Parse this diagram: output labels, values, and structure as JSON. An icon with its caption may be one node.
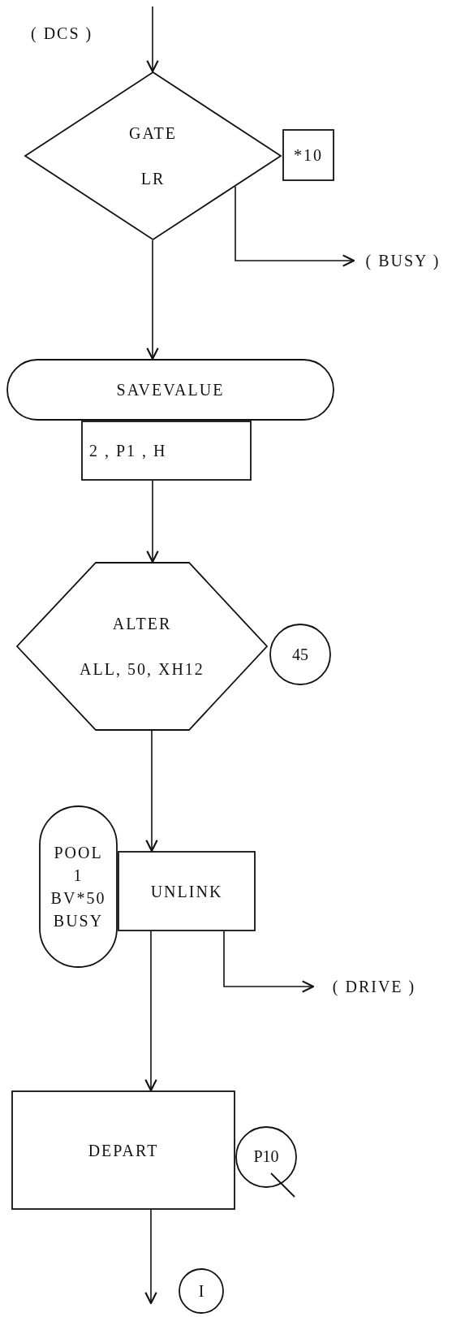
{
  "diagram": {
    "nodes": [
      {
        "text": [
          "GATE",
          "LR"
        ]
      },
      {
        "text": [
          "*10"
        ]
      },
      {
        "text": [
          "( BUSY )"
        ]
      },
      {
        "text": [
          "SAVEVALUE"
        ]
      },
      {
        "text": [
          "2 , P1 , H"
        ]
      },
      {
        "text": [
          "ALTER",
          "ALL, 50, XH12"
        ]
      },
      {
        "text": [
          "45"
        ]
      },
      {
        "text": [
          "POOL",
          "1",
          "BV*50",
          "BUSY"
        ]
      },
      {
        "text": [
          "UNLINK"
        ]
      },
      {
        "text": [
          "( DRIVE )"
        ]
      },
      {
        "text": [
          "DEPART"
        ]
      },
      {
        "text": [
          "P10"
        ]
      },
      {
        "text": [
          "I"
        ]
      }
    ],
    "edges": [
      {
        "from": null,
        "to": 0,
        "arrow": "to"
      },
      {
        "from": 0,
        "to": 2,
        "arrow": "to"
      },
      {
        "from": 0,
        "to": 3,
        "arrow": "to"
      },
      {
        "from": 4,
        "to": 5,
        "arrow": "to"
      },
      {
        "from": 5,
        "to": 8,
        "arrow": "to"
      },
      {
        "from": 8,
        "to": 9,
        "arrow": "to"
      },
      {
        "from": 8,
        "to": 10,
        "arrow": "to"
      },
      {
        "from": 10,
        "to": 12,
        "arrow": "to"
      }
    ],
    "labels": [
      "( DCS )"
    ]
  }
}
